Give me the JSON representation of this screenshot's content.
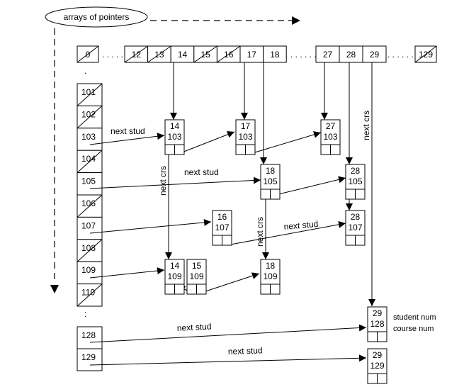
{
  "title_oval": "arrays of pointers",
  "course_headers": {
    "empty_left": "0",
    "dots_left": ". . . . .",
    "middle": [
      "12",
      "13",
      "14",
      "15",
      "16",
      "17",
      "18"
    ],
    "dots_mid": ". . . . . . . . .",
    "right": [
      "27",
      "28",
      "29"
    ],
    "dots_right": ". . . . . . . . .",
    "last": "129"
  },
  "student_headers": {
    "top_dots": ".",
    "items": [
      "101",
      "102",
      "103",
      "104",
      "105",
      "106",
      "107",
      "108",
      "109",
      "110"
    ],
    "mid_dots": ":",
    "lower": [
      "128",
      "129"
    ]
  },
  "nodes": [
    {
      "id": "n14-103",
      "course": "14",
      "student": "103"
    },
    {
      "id": "n17-103",
      "course": "17",
      "student": "103"
    },
    {
      "id": "n27-103",
      "course": "27",
      "student": "103"
    },
    {
      "id": "n18-105",
      "course": "18",
      "student": "105"
    },
    {
      "id": "n28-105",
      "course": "28",
      "student": "105"
    },
    {
      "id": "n16-107",
      "course": "16",
      "student": "107"
    },
    {
      "id": "n28-107",
      "course": "28",
      "student": "107"
    },
    {
      "id": "n14-109",
      "course": "14",
      "student": "109"
    },
    {
      "id": "n15-109",
      "course": "15",
      "student": "109"
    },
    {
      "id": "n18-109",
      "course": "18",
      "student": "109"
    },
    {
      "id": "n29-128",
      "course": "29",
      "student": "128"
    },
    {
      "id": "n29-129",
      "course": "29",
      "student": "129"
    }
  ],
  "labels": {
    "next_stud": "next stud",
    "next_crs": "next crs",
    "student_num": "student num",
    "course_num": "course num"
  }
}
